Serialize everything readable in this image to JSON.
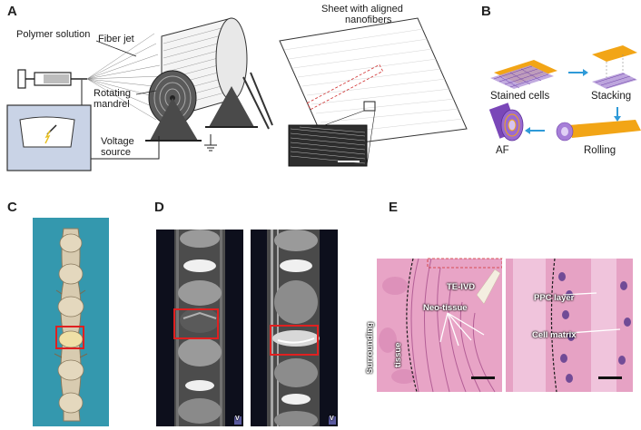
{
  "panels": {
    "a": "A",
    "b": "B",
    "c": "C",
    "d": "D",
    "e": "E"
  },
  "panel_a": {
    "polymer_solution": "Polymer solution",
    "fiber_jet": "Fiber jet",
    "rotating": "Rotating",
    "mandrel": "mandrel",
    "voltage": "Voltage",
    "source": "source",
    "sheet_line1": "Sheet with aligned",
    "sheet_line2": "nanofibers"
  },
  "panel_b": {
    "stained_cells": "Stained cells",
    "stacking": "Stacking",
    "af": "AF",
    "rolling": "Rolling"
  },
  "panel_d": {
    "corner_mark": "V"
  },
  "panel_e": {
    "te_ivd": "TE-IVD",
    "neo_tissue": "Neo-tissue",
    "surrounding": "Surrounding",
    "tissue": "tissue",
    "ppc_layer": "PPC layer",
    "cell_matrix": "Cell matrix"
  },
  "colors": {
    "highlight_box": "#e02020",
    "nanofiber_sheet": "#f2a516",
    "cell_layer": "#8a4fc4",
    "arrow_blue": "#2f9ad8",
    "he_pink": "#e8a4c6"
  }
}
